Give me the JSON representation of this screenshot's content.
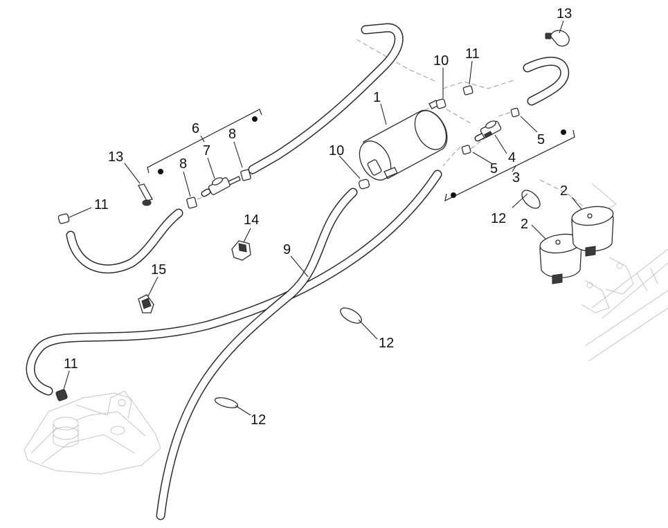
{
  "callouts": [
    {
      "id": "c1",
      "text": "1"
    },
    {
      "id": "c2a",
      "text": "2"
    },
    {
      "id": "c2b",
      "text": "2"
    },
    {
      "id": "c3",
      "text": "3"
    },
    {
      "id": "c4",
      "text": "4"
    },
    {
      "id": "c5a",
      "text": "5"
    },
    {
      "id": "c5b",
      "text": "5"
    },
    {
      "id": "c6",
      "text": "6"
    },
    {
      "id": "c7",
      "text": "7"
    },
    {
      "id": "c8a",
      "text": "8"
    },
    {
      "id": "c8b",
      "text": "8"
    },
    {
      "id": "c9",
      "text": "9"
    },
    {
      "id": "c10a",
      "text": "10"
    },
    {
      "id": "c10b",
      "text": "10"
    },
    {
      "id": "c11a",
      "text": "11"
    },
    {
      "id": "c11b",
      "text": "11"
    },
    {
      "id": "c11c",
      "text": "11"
    },
    {
      "id": "c12a",
      "text": "12"
    },
    {
      "id": "c12b",
      "text": "12"
    },
    {
      "id": "c12c",
      "text": "12"
    },
    {
      "id": "c13a",
      "text": "13"
    },
    {
      "id": "c13b",
      "text": "13"
    },
    {
      "id": "c14",
      "text": "14"
    },
    {
      "id": "c15",
      "text": "15"
    }
  ]
}
